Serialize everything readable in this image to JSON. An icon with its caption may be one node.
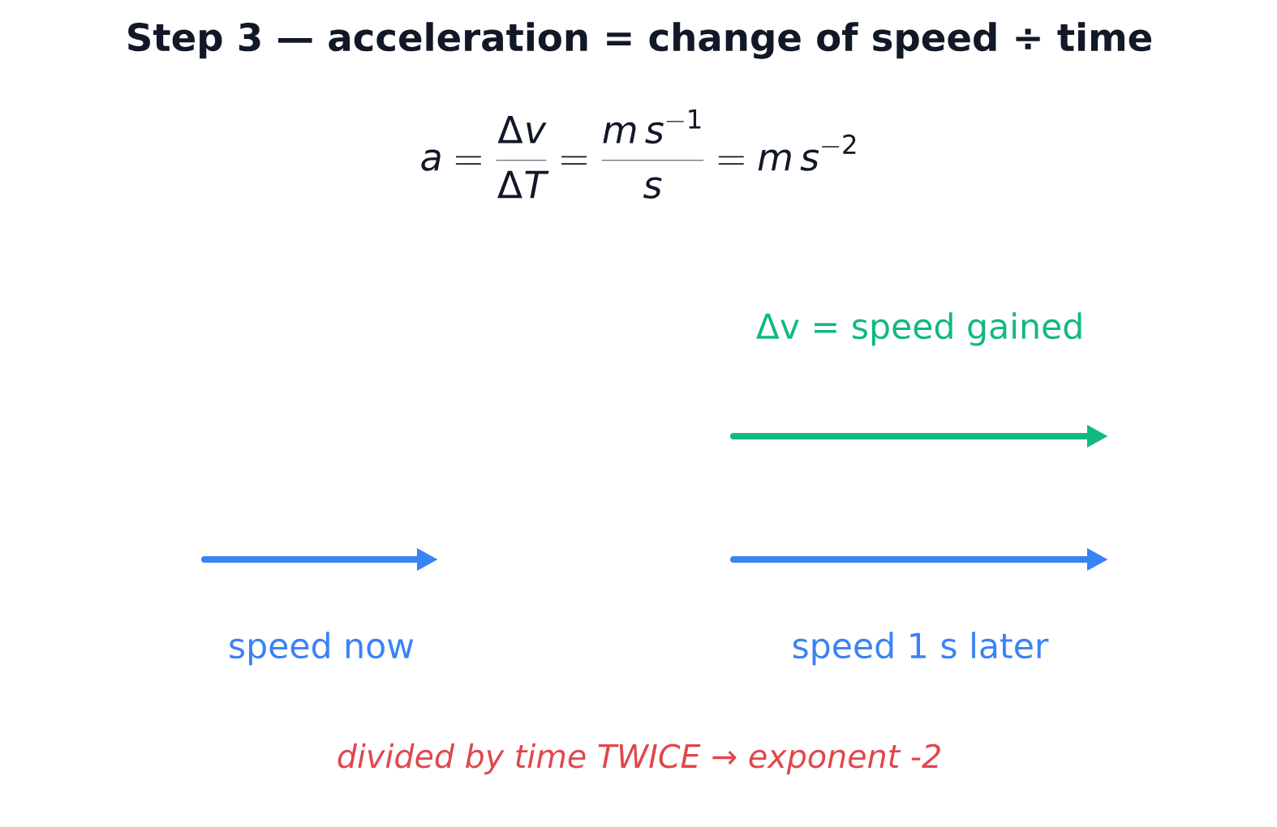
{
  "diagram": {
    "title": "Step 3 — acceleration = change of speed ÷ time",
    "labels": [
      "a = \\frac{\\Delta v}{\\Delta T} = \\frac{m\\,s^{-1}}{s} = m\\,s^{-2}",
      "Δv = speed gained",
      "speed now",
      "speed 1 s later",
      "divided by time TWICE → exponent -2"
    ]
  }
}
